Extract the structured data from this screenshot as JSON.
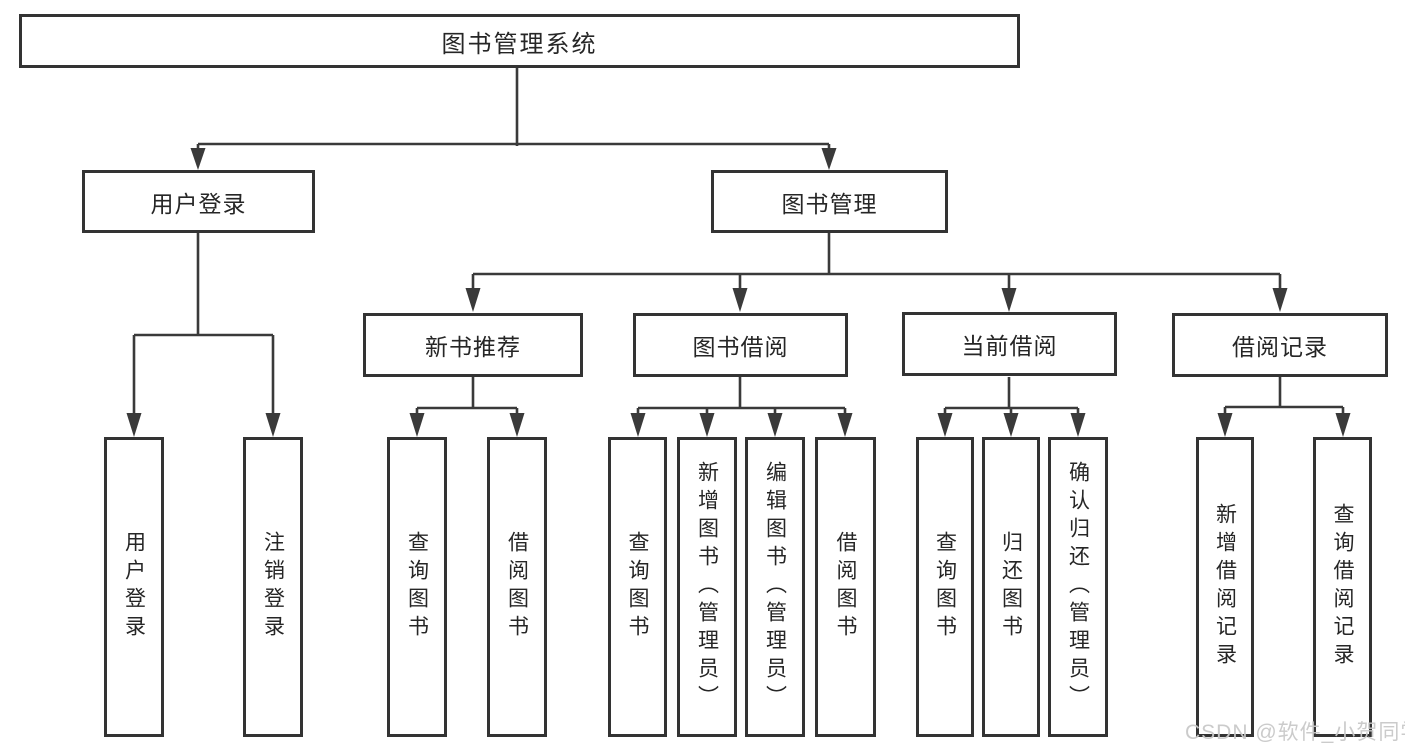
{
  "nodes": {
    "root": {
      "label": "图书管理系统"
    },
    "user_login": {
      "label": "用户登录"
    },
    "book_mgmt": {
      "label": "图书管理"
    },
    "new_book": {
      "label": "新书推荐"
    },
    "book_borrow": {
      "label": "图书借阅"
    },
    "current_borrow": {
      "label": "当前借阅"
    },
    "borrow_records": {
      "label": "借阅记录"
    }
  },
  "leaves": [
    {
      "parent": "user_login",
      "label": "用户登录"
    },
    {
      "parent": "user_login",
      "label": "注销登录"
    },
    {
      "parent": "new_book",
      "label": "查询图书"
    },
    {
      "parent": "new_book",
      "label": "借阅图书"
    },
    {
      "parent": "book_borrow",
      "label": "查询图书"
    },
    {
      "parent": "book_borrow",
      "label": "新增图书（管理员）"
    },
    {
      "parent": "book_borrow",
      "label": "编辑图书（管理员）"
    },
    {
      "parent": "book_borrow",
      "label": "借阅图书"
    },
    {
      "parent": "current_borrow",
      "label": "查询图书"
    },
    {
      "parent": "current_borrow",
      "label": "归还图书"
    },
    {
      "parent": "current_borrow",
      "label": "确认归还（管理员）"
    },
    {
      "parent": "borrow_records",
      "label": "新增借阅记录"
    },
    {
      "parent": "borrow_records",
      "label": "查询借阅记录"
    }
  ],
  "watermark": {
    "text": "CSDN @软件_小贺同学"
  },
  "colors": {
    "line": "#3a3a3a",
    "box_border": "#333333",
    "box_fill": "#ffffff",
    "text": "#262626",
    "watermark": "#c9c9c9",
    "background": "#ffffff"
  }
}
